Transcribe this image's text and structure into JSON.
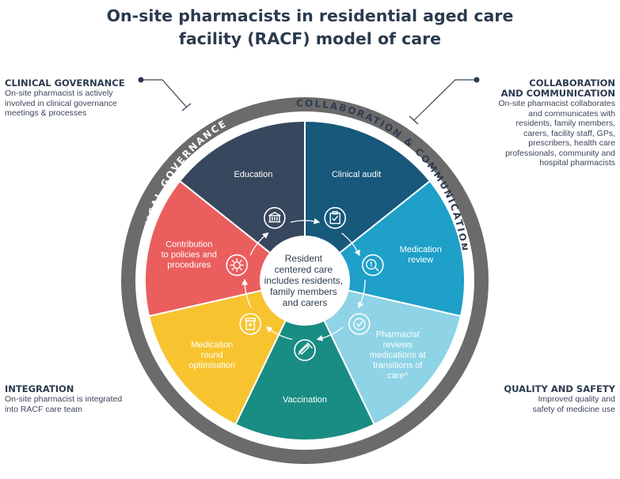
{
  "title": {
    "line1": "On-site pharmacists in residential aged care",
    "line2": "facility (RACF) model of care"
  },
  "corners": {
    "clinical_governance": {
      "heading": "CLINICAL GOVERNANCE",
      "lines": [
        "On-site pharmacist is actively",
        "involved in clinical governance",
        "meetings & processes"
      ]
    },
    "collaboration": {
      "heading_lines": [
        "COLLABORATION",
        "AND COMMUNICATION"
      ],
      "lines": [
        "On-site pharmacist collaborates",
        "and communicates with",
        "residents, family members,",
        "carers, facility staff, GPs,",
        "prescribers, health care",
        "professionals, community and",
        "hospital pharmacists"
      ]
    },
    "integration": {
      "heading": "INTEGRATION",
      "lines": [
        "On-site pharmacist is integrated",
        "into RACF care team"
      ]
    },
    "quality_safety": {
      "heading": "QUALITY AND SAFETY",
      "lines": [
        "Improved quality and",
        "safety of medicine use"
      ]
    }
  },
  "ring": {
    "clinical_governance": "CLINICAL GOVERNANCE",
    "collab_comm": "COLLABORATION & COMMUNICATION"
  },
  "segments": [
    {
      "lines": [
        "Education"
      ],
      "color": "#37475d",
      "icon": "building-icon"
    },
    {
      "lines": [
        "Clinical audit"
      ],
      "color": "#17587b",
      "icon": "clipboard-check-icon"
    },
    {
      "lines": [
        "Medication",
        "review"
      ],
      "color": "#1ea0c8",
      "icon": "magnifier-warning-icon"
    },
    {
      "lines": [
        "Pharmacist",
        "reviews",
        "medications at",
        "transitions of",
        "care^"
      ],
      "color": "#8ed3e6",
      "icon": "checkmark-circle-icon"
    },
    {
      "lines": [
        "Vaccination"
      ],
      "color": "#198c83",
      "icon": "syringe-icon"
    },
    {
      "lines": [
        "Medication",
        "round",
        "optimisation"
      ],
      "color": "#f7c430",
      "icon": "pill-bottle-icon"
    },
    {
      "lines": [
        "Contribution",
        "to policies and",
        "procedures"
      ],
      "color": "#eb5e5e",
      "icon": "gear-icon"
    }
  ],
  "center": {
    "lines": [
      "Resident",
      "centered care",
      "includes residents,",
      "family members",
      "and carers"
    ]
  },
  "colors": {
    "outer_ring": "#6b6b6b",
    "inner_ring": "#ffffff",
    "heading": "#2b3a4e"
  }
}
